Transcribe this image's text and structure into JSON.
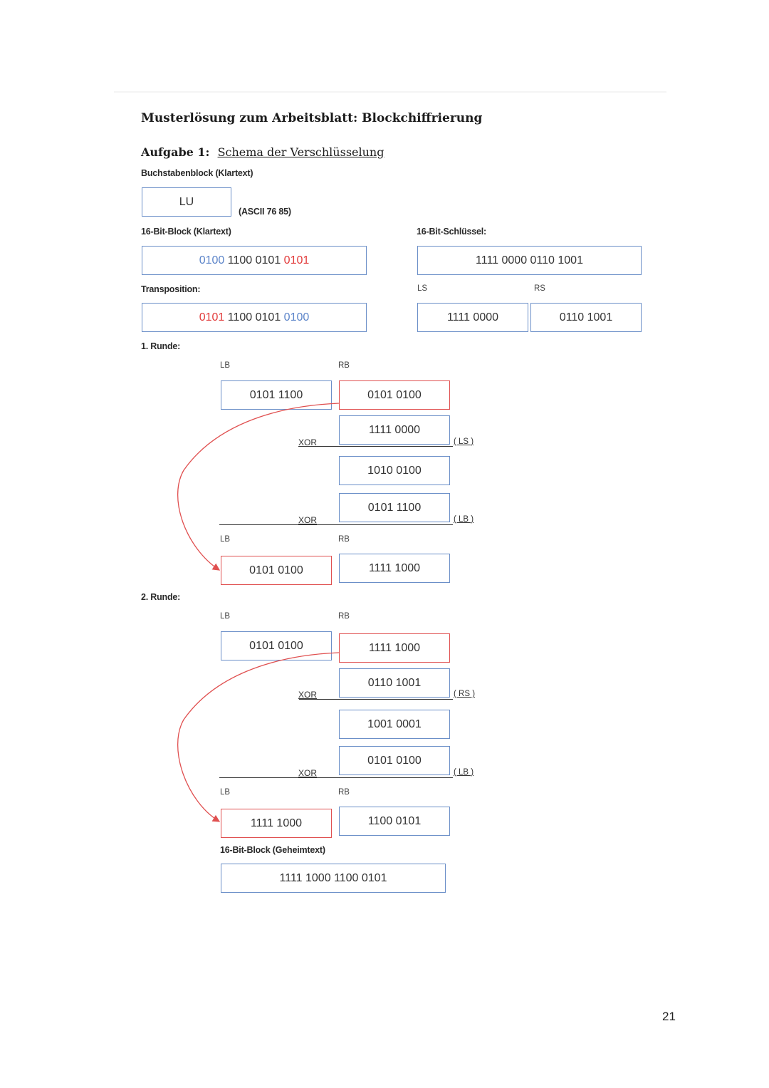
{
  "title": "Musterlösung zum Arbeitsblatt:  Blockchiffrierung",
  "task": {
    "label": "Aufgabe 1:",
    "subtitle": "Schema der Verschlüsselung"
  },
  "plaintext_block": {
    "label": "Buchstabenblock (Klartext)",
    "value": "LU",
    "ascii_note": "(ASCII 76 85)"
  },
  "block16": {
    "label": "16-Bit-Block (Klartext)",
    "part1": "0100",
    "part2": " 1100 0101 ",
    "part3": "0101"
  },
  "key16": {
    "label": "16-Bit-Schlüssel:",
    "value": "1111 0000 0110 1001"
  },
  "transposition": {
    "label": "Transposition:",
    "part1": "0101",
    "part2": " 1100 0101 ",
    "part3": "0100"
  },
  "key_split": {
    "ls_label": "LS",
    "rs_label": "RS",
    "ls": "1111 0000",
    "rs": "0110 1001"
  },
  "round1": {
    "label": "1. Runde:",
    "lb_label": "LB",
    "rb_label": "RB",
    "lb": "0101 1100",
    "rb": "0101 0100",
    "key": "1111 0000",
    "xor1": "XOR",
    "tag1": "( LS )",
    "result1": "1010 0100",
    "lb_again": "0101 1100",
    "xor2": "XOR",
    "tag2": "( LB )",
    "out_lb_label": "LB",
    "out_rb_label": "RB",
    "out_lb": "0101 0100",
    "out_rb": "1111 1000"
  },
  "round2": {
    "label": "2. Runde:",
    "lb_label": "LB",
    "rb_label": "RB",
    "lb": "0101 0100",
    "rb": "1111 1000",
    "key": "0110 1001",
    "xor1": "XOR",
    "tag1": "( RS )",
    "result1": "1001 0001",
    "lb_again": "0101 0100",
    "xor2": "XOR",
    "tag2": "( LB )",
    "out_lb_label": "LB",
    "out_rb_label": "RB",
    "out_lb": "1111 1000",
    "out_rb": "1100 0101"
  },
  "ciphertext": {
    "label": "16-Bit-Block (Geheimtext)",
    "value": "1111 1000 1100 0101"
  },
  "page_number": "21",
  "colors": {
    "box_border": "#6b8fc8",
    "highlight_red": "#e05050",
    "highlight_blue": "#5b84c9"
  }
}
